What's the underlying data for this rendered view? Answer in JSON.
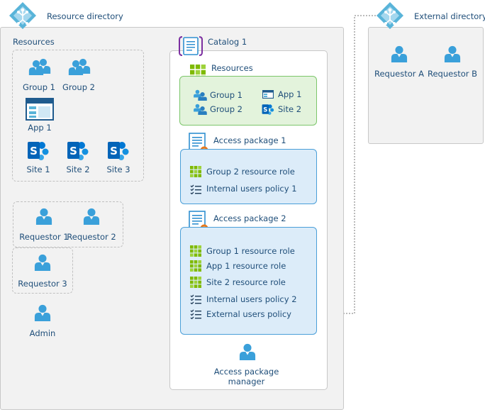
{
  "resource_directory": {
    "title": "Resource directory",
    "resources": {
      "title": "Resources",
      "groups": [
        "Group 1",
        "Group 2"
      ],
      "app": "App 1",
      "sites": [
        "Site 1",
        "Site 2",
        "Site 3"
      ]
    },
    "requestors_group": [
      "Requestor 1",
      "Requestor 2"
    ],
    "requestor_3": "Requestor 3",
    "admin": "Admin"
  },
  "external_directory": {
    "title": "External directory",
    "requestors": [
      "Requestor A",
      "Requestor B"
    ]
  },
  "catalog": {
    "title": "Catalog 1",
    "resources": {
      "title": "Resources",
      "group_1": "Group 1",
      "group_2": "Group 2",
      "app_1": "App 1",
      "site_2": "Site 2"
    },
    "access_package_1": {
      "title": "Access package 1",
      "role": "Group 2 resource role",
      "policy": "Internal users policy 1"
    },
    "access_package_2": {
      "title": "Access package 2",
      "roles": [
        "Group 1 resource role",
        "App 1 resource role",
        "Site 2 resource role"
      ],
      "policies": [
        "Internal users policy 2",
        "External users policy"
      ]
    },
    "manager": "Access package manager"
  },
  "colors": {
    "user_icon": "#3aa0da",
    "directory_icon": "#59b4d9",
    "sharepoint": "#0364b8",
    "resource_grid": "#7fba00",
    "package_border": "#4a9fd8",
    "catalog_accent": "#7b2fa0",
    "badge": "#e8791c"
  }
}
